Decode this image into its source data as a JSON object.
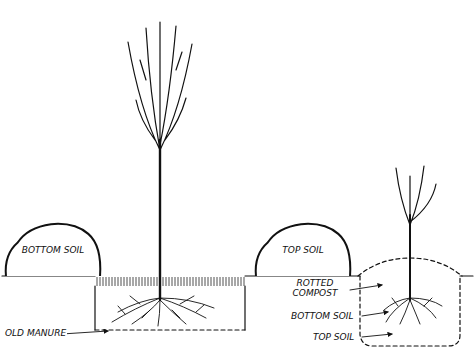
{
  "diagram": {
    "nodes": [
      {
        "text": [
          "BOTTOM SOIL"
        ]
      },
      {
        "text": [
          "TOP SOIL"
        ]
      }
    ],
    "labels": [
      "OLD MANURE",
      "ROTTED COMPOST",
      "BOTTOM SOIL",
      "TOP SOIL"
    ]
  }
}
